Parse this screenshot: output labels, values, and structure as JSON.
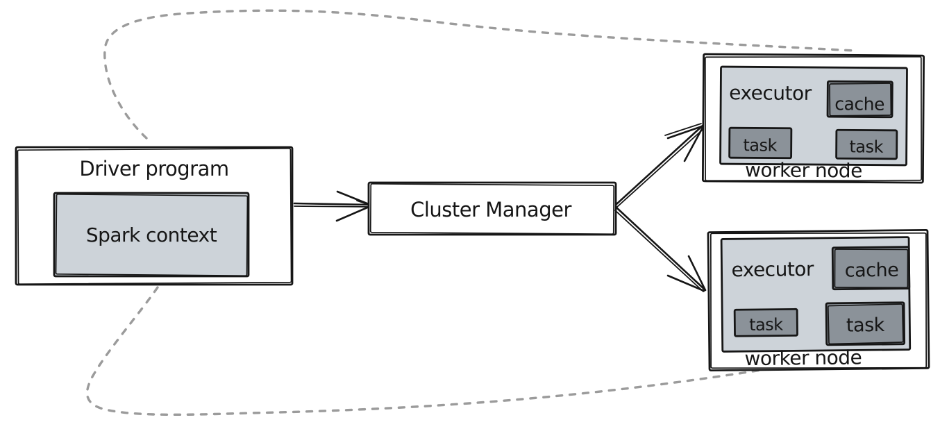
{
  "diagram": {
    "driver_program": {
      "title": "Driver program",
      "spark_context": "Spark context"
    },
    "cluster_manager": {
      "label": "Cluster Manager"
    },
    "worker_node_top": {
      "label": "worker node",
      "executor": "executor",
      "cache": "cache",
      "task_left": "task",
      "task_right": "task"
    },
    "worker_node_bottom": {
      "label": "worker node",
      "executor": "executor",
      "cache": "cache",
      "task_left": "task",
      "task_right": "task"
    },
    "colors": {
      "background": "#ffffff",
      "box_fill_light": "#cdd3d9",
      "box_fill_dark": "#8b9299",
      "stroke": "#161616",
      "dashed_connector": "#9b9b9b"
    }
  }
}
